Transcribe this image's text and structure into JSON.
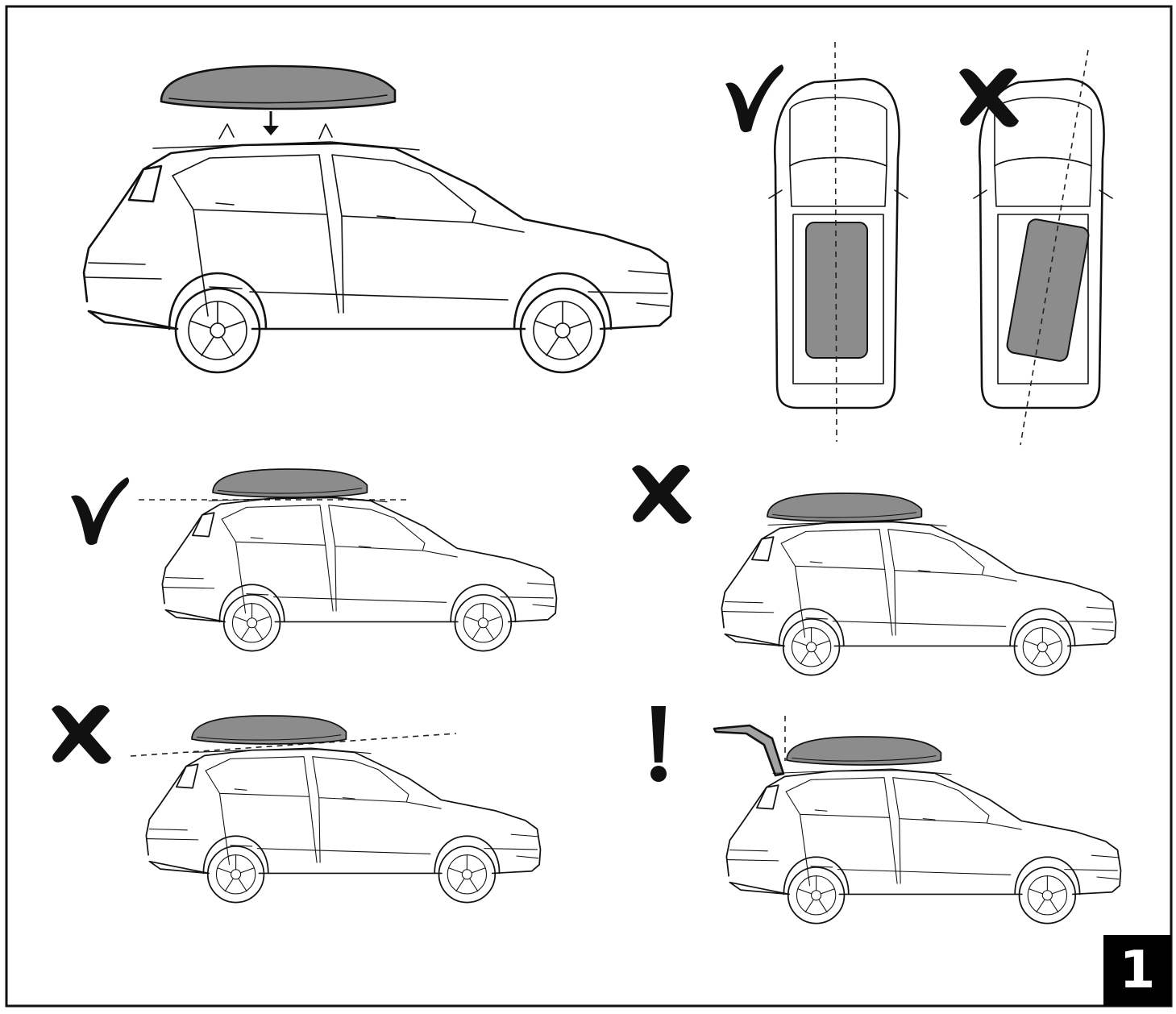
{
  "step": {
    "number": "1"
  },
  "colors": {
    "ink": "#111111",
    "box_fill": "#8c8c8c",
    "box_fill_light": "#a3a3a3",
    "paper": "#ffffff"
  },
  "panels": [
    {
      "id": "install-side",
      "icon": "down-arrow-icon"
    },
    {
      "id": "top-view-centered",
      "icon": "check-icon"
    },
    {
      "id": "top-view-skewed",
      "icon": "cross-icon"
    },
    {
      "id": "side-level",
      "icon": "check-icon"
    },
    {
      "id": "side-too-far-forward",
      "icon": "cross-icon"
    },
    {
      "id": "side-tilted",
      "icon": "cross-icon"
    },
    {
      "id": "side-tailgate-clearance",
      "icon": "exclamation-icon"
    }
  ]
}
